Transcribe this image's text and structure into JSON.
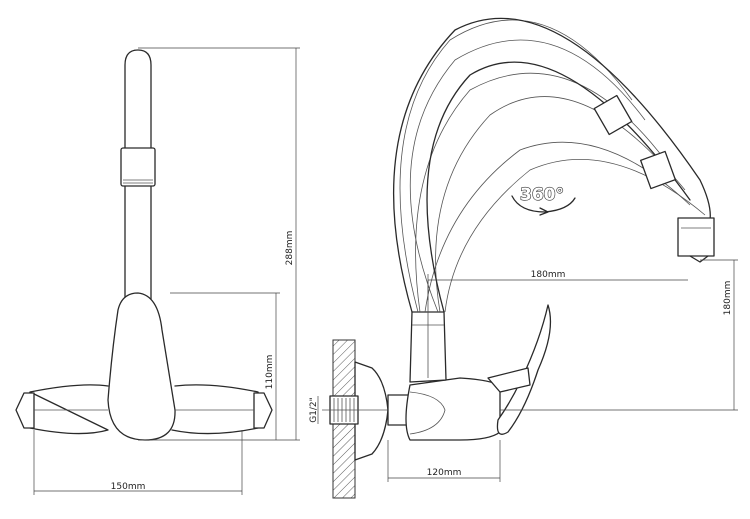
{
  "dimensions": {
    "height_total": "288mm",
    "width_150": "150mm",
    "height_110": "110mm",
    "reach_180": "180mm",
    "height_180": "180mm",
    "depth_120": "120mm",
    "thread": "G1/2\""
  },
  "rotation_badge": "360°"
}
